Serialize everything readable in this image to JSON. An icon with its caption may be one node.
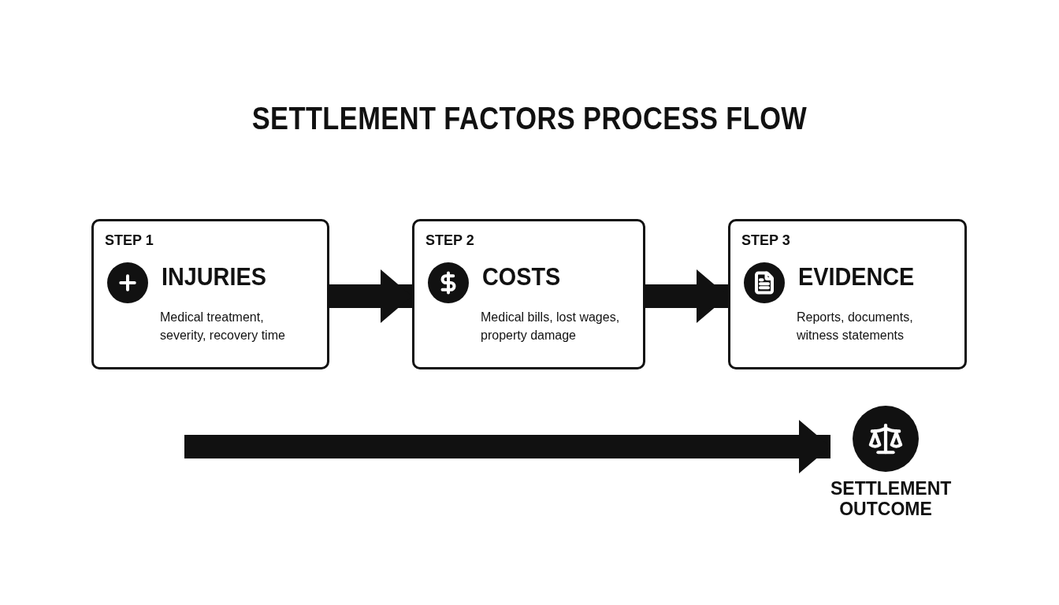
{
  "diagram": {
    "title": "SETTLEMENT FACTORS PROCESS FLOW",
    "nodes": [
      {
        "text": [
          "STEP 1",
          "INJURIES",
          "Medical treatment, severity, recovery time"
        ]
      },
      {
        "text": [
          "STEP 2",
          "COSTS",
          "Medical bills, lost wages, property damage"
        ]
      },
      {
        "text": [
          "STEP 3",
          "EVIDENCE",
          "Reports, documents, witness statements"
        ]
      },
      {
        "text": [
          "SETTLEMENT OUTCOME"
        ]
      }
    ],
    "edges": [
      {
        "from": 0,
        "to": 1,
        "arrow": "to"
      },
      {
        "from": 1,
        "to": 2,
        "arrow": "to"
      },
      {
        "from": null,
        "to": 3,
        "arrow": "to"
      }
    ]
  }
}
